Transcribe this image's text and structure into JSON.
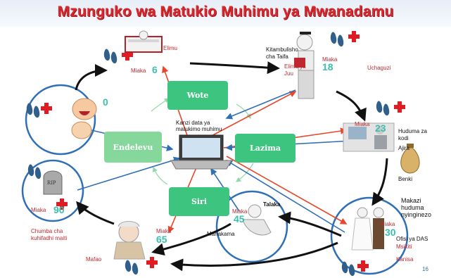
{
  "title": "Mzunguko wa Matukio Muhimu ya Mwanadamu",
  "center_label": "Kanzi data ya matukimo muhimu",
  "boxes": {
    "wote": "Wote",
    "lazima": "Lazima",
    "siri": "Siri",
    "endelevu": "Endelevu"
  },
  "stages": {
    "birth": {
      "age": "0"
    },
    "education": {
      "label": "Elimu",
      "age_prefix": "Miaka",
      "age": "6"
    },
    "higher_ed": {
      "title_line1": "Kitambulisho",
      "title_line2": "cha Taifa",
      "label_line1": "Elimu ya",
      "label_line2": "Juu",
      "age_prefix": "Miaka",
      "age": "18",
      "extra": "Uchaguzi"
    },
    "work": {
      "age_prefix": "Miaka",
      "age": "23",
      "tax_line1": "Huduma za",
      "tax_line2": "kodi",
      "job": "Ajira",
      "bank": "Benki"
    },
    "marriage": {
      "services_line1": "Makazi",
      "services_line2": "huduma",
      "services_line3": "nyinginezo",
      "age_prefix": "Miaka",
      "age": "30",
      "office": "Ofisi ya DAS",
      "mosque": "Msikiti",
      "church": "Kanisa"
    },
    "divorce": {
      "label": "Talaka",
      "age_prefix": "Miaka",
      "age": "45",
      "court": "Mahakama"
    },
    "old_age": {
      "age_prefix": "Miaka",
      "age": "65",
      "label": "Mafao"
    },
    "death": {
      "age_prefix": "Miaka",
      "age": "90",
      "morgue_line1": "Chumba cha",
      "morgue_line2": "kuhifadhi maiti"
    }
  },
  "page_number": "16",
  "colors": {
    "title": "#d9272e",
    "accent": "#3cbfad",
    "green_box": "#3dc47e",
    "arrow_red": "#e8472b",
    "arrow_blue": "#2f6fb6",
    "circle": "#2f6fb6"
  },
  "icons": [
    "footprints-icon",
    "red-cross-icon",
    "laptop-icon",
    "baby-icon",
    "books-icon",
    "graduate-icon",
    "office-worker-icon",
    "money-bag-icon",
    "wedding-couple-icon",
    "sad-person-icon",
    "elderly-woman-icon",
    "tombstone-icon"
  ]
}
